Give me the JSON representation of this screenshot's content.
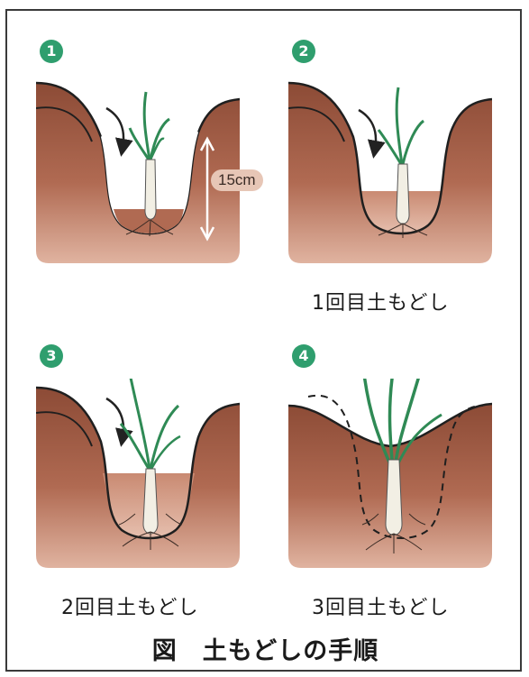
{
  "panels": [
    {
      "number": "1",
      "caption": "",
      "measurement": "15cm"
    },
    {
      "number": "2",
      "caption": "1回目土もどし"
    },
    {
      "number": "3",
      "caption": "2回目土もどし"
    },
    {
      "number": "4",
      "caption": "3回目土もどし"
    }
  ],
  "figure": {
    "prefix": "図",
    "title": "土もどしの手順"
  },
  "colors": {
    "soil_dark": "#8c4b36",
    "soil_light": "#d9a58c",
    "backfill": "#c98a72",
    "leaf": "#2f8a55",
    "stem": "#f2efe4",
    "badge": "#2f9e6e",
    "arrow": "#222222"
  },
  "icons": [
    "circled-number-badge",
    "soil-return-arrow",
    "depth-arrow",
    "onion-seedling",
    "dashed-original-ground-line"
  ]
}
